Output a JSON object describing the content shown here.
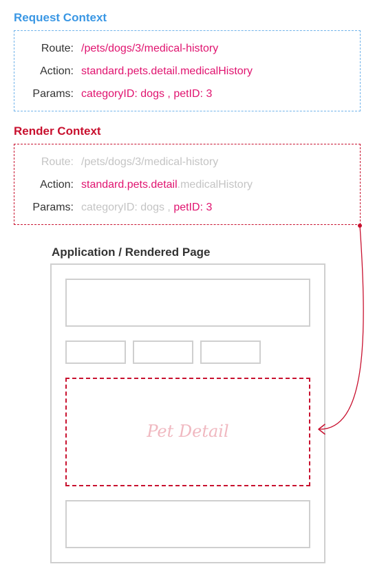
{
  "request": {
    "title": "Request Context",
    "route_label": "Route:",
    "route_value": "/pets/dogs/3/medical-history",
    "action_label": "Action:",
    "action_value": "standard.pets.detail.medicalHistory",
    "params_label": "Params:",
    "params": {
      "category_key": "categoryID",
      "category_sep": ": ",
      "category_val": "dogs",
      "comma": " , ",
      "pet_key": "petID",
      "pet_sep": ": ",
      "pet_val": "3"
    }
  },
  "render": {
    "title": "Render Context",
    "route_label": "Route:",
    "route_value": "/pets/dogs/3/medical-history",
    "action_label": "Action:",
    "action_active": "standard.pets.detail",
    "action_inactive": ".medicalHistory",
    "params_label": "Params:",
    "params": {
      "category_key": "categoryID",
      "category_sep": ": ",
      "category_val": "dogs",
      "comma": " , ",
      "pet_key": "petID",
      "pet_sep": ": ",
      "pet_val": "3"
    }
  },
  "app": {
    "title": "Application / Rendered Page",
    "detail_label": "Pet Detail"
  },
  "colors": {
    "blue": "#3a97e4",
    "red": "#c8102e",
    "magenta": "#e0136f",
    "gray": "#c4c4c4"
  }
}
